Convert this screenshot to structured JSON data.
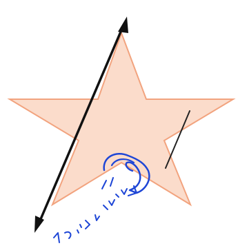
{
  "shape": {
    "kind": "star",
    "fill_color": "#FBDCCB",
    "stroke_color": "#F2A37E"
  },
  "line_of_symmetry": {
    "color": "#111111",
    "arrowheads": "both"
  },
  "mark": {
    "color": "#222222"
  },
  "annotation": {
    "color": "#1E46D6",
    "handwritten_text": "الله"
  }
}
